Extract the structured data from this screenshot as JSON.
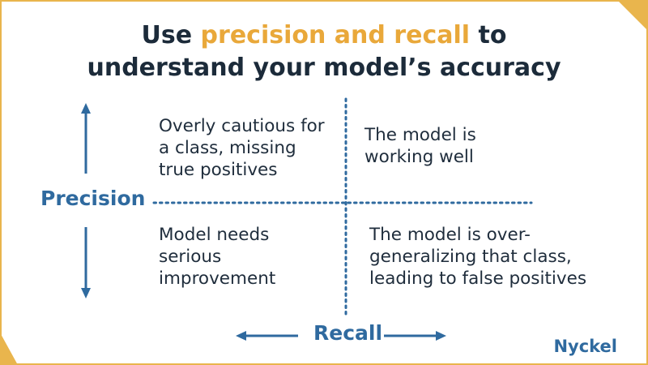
{
  "title": {
    "line1_prefix": "Use ",
    "line1_highlight": "precision and recall",
    "line1_suffix": " to",
    "line2": "understand your model’s accuracy"
  },
  "axes": {
    "y_label": "Precision",
    "x_label": "Recall"
  },
  "quadrants": {
    "top_left": [
      "Overly cautious for",
      "a class, missing",
      "true positives"
    ],
    "top_right": [
      "The model is",
      "working well"
    ],
    "bottom_left": [
      "Model needs",
      "serious",
      "improvement"
    ],
    "bottom_right": [
      "The model is over-",
      "generalizing that class,",
      "leading to false positives"
    ]
  },
  "brand": "Nyckel",
  "colors": {
    "accent": "#e9b54d",
    "highlight_text": "#e9a83a",
    "axis_blue": "#2f6a9f",
    "title_text": "#1c2b3a",
    "body_text": "#1f2d3c"
  }
}
